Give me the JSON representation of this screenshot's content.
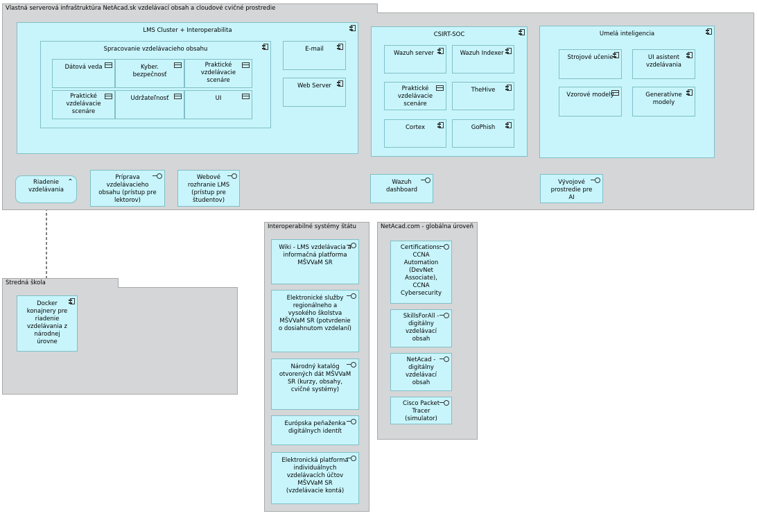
{
  "groups": {
    "main": "Vlastná serverová infraštruktúra NetAcad.sk vzdelávací obsah a cloudové cvičné prostredie",
    "school": "Stredná škola",
    "state": "Interoperabilné systémy štátu",
    "global": "NetAcad.com - globálna úroveň"
  },
  "lms": {
    "title": "LMS Cluster + Interoperabilita",
    "content_title": "Spracovanie vzdelávacieho obsahu",
    "items": [
      "Dátová veda",
      "Kyber. bezpečnosť",
      "Praktické vzdelávacie scenáre",
      "Praktické vzdelávacie scenáre",
      "Udržateľnosť",
      "UI"
    ],
    "email": "E-mail",
    "webserver": "Web Server"
  },
  "csirt": {
    "title": "CSIRT-SOC",
    "wazuh_server": "Wazuh server",
    "wazuh_indexer": "Wazuh Indexer",
    "scenarios": "Praktické vzdelávacie scenáre",
    "thehive": "TheHive",
    "cortex": "Cortex",
    "gophish": "GoPhish"
  },
  "ai": {
    "title": "Umelá inteligencia",
    "ml": "Strojové učenie",
    "assistant": "UI asistent vzdelávania",
    "models": "Vzorové modely",
    "genai": "Generatívne modely"
  },
  "bottom": {
    "management": "Riadenie vzdelávania",
    "prep": "Príprava vzdelávacieho obsahu (prístup pre lektorov)",
    "web_lms": "Webové rozhranie LMS (prístup pre študentov)",
    "wazuh_dashboard": "Wazuh dashboard",
    "dev_env": "Vývojové prostredie pre AI"
  },
  "school": {
    "docker": "Docker konajnery pre riadenie vzdelávania z národnej úrovne"
  },
  "state": {
    "items": [
      "Wiki - LMS vzdelávacia a informačná platforma MŠVVaM SR",
      "Elektronické služby regionálneho a vysokého školstva MŠVVaM SR (potvrdenie o dosiahnutom vzdelaní)",
      "Národný katalóg otvorených dát MŠVVaM SR (kurzy, obsahy, cvičné systémy)",
      "Európska peňaženka digitálnych identít",
      "Elektronická platforma individuálnych vzdelávacích  účtov MŠVVaM SR (vzdelávacie kontá)"
    ]
  },
  "global": {
    "items": [
      "Certifications: CCNA Automation (DevNet Associate), CCNA Cybersecurity",
      "SkillsForAll - digitálny vzdelávací obsah",
      "NetAcad - digitálny vzdelávací obsah",
      "Cisco Packet Tracer (simulator)"
    ]
  },
  "icons": {
    "component": "component-icon",
    "data": "data-object-icon",
    "interface": "interface-icon",
    "function": "function-icon"
  },
  "colors": {
    "box_fill": "#c8f5fb",
    "group_fill": "#d5d6d7"
  }
}
